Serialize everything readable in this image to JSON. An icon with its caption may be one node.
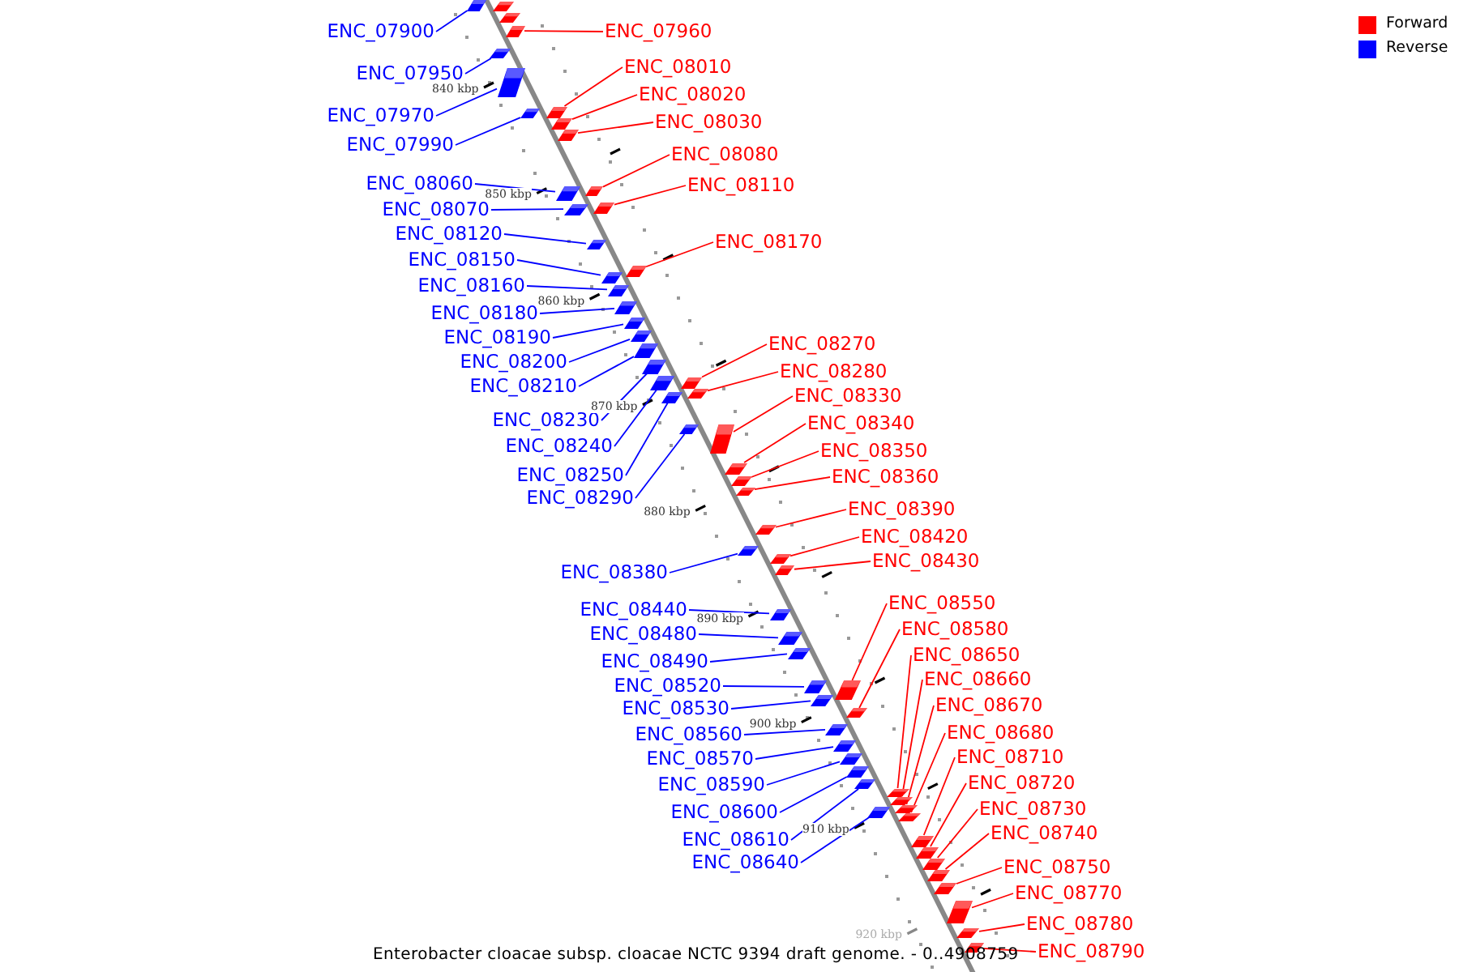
{
  "diagram": {
    "caption": "Enterobacter cloacae subsp. cloacae NCTC 9394 draft genome. - 0..4908759",
    "nodes": [
      {
        "text": [
          "ENC_07900"
        ]
      },
      {
        "text": [],
        "shape": "arrow"
      },
      {
        "text": [
          "ENC_07950"
        ]
      },
      {
        "text": [],
        "shape": "arrow"
      },
      {
        "text": [
          "ENC_07970"
        ]
      },
      {
        "text": [],
        "shape": "arrow"
      },
      {
        "text": [
          "ENC_07990"
        ]
      },
      {
        "text": [],
        "shape": "arrow"
      },
      {
        "text": [
          "ENC_08060"
        ]
      },
      {
        "text": [],
        "shape": "arrow"
      },
      {
        "text": [
          "ENC_08070"
        ]
      },
      {
        "text": [],
        "shape": "arrow"
      },
      {
        "text": [
          "ENC_08120"
        ]
      },
      {
        "text": [],
        "shape": "arrow"
      },
      {
        "text": [
          "ENC_08150"
        ]
      },
      {
        "text": [],
        "shape": "arrow"
      },
      {
        "text": [
          "ENC_08160"
        ]
      },
      {
        "text": [],
        "shape": "arrow"
      },
      {
        "text": [
          "ENC_08180"
        ]
      },
      {
        "text": [],
        "shape": "arrow"
      },
      {
        "text": [
          "ENC_08190"
        ]
      },
      {
        "text": [],
        "shape": "arrow"
      },
      {
        "text": [
          "ENC_08200"
        ]
      },
      {
        "text": [],
        "shape": "arrow"
      },
      {
        "text": [
          "ENC_08210"
        ]
      },
      {
        "text": [],
        "shape": "arrow"
      },
      {
        "text": [
          "ENC_08230"
        ]
      },
      {
        "text": [],
        "shape": "arrow"
      },
      {
        "text": [
          "ENC_08240"
        ]
      },
      {
        "text": [],
        "shape": "arrow"
      },
      {
        "text": [
          "ENC_08250"
        ]
      },
      {
        "text": [],
        "shape": "arrow"
      },
      {
        "text": [
          "ENC_08290"
        ]
      },
      {
        "text": [],
        "shape": "arrow"
      },
      {
        "text": [
          "ENC_08380"
        ]
      },
      {
        "text": [],
        "shape": "arrow"
      },
      {
        "text": [
          "ENC_08440"
        ]
      },
      {
        "text": [],
        "shape": "arrow"
      },
      {
        "text": [
          "ENC_08480"
        ]
      },
      {
        "text": [],
        "shape": "arrow"
      },
      {
        "text": [
          "ENC_08490"
        ]
      },
      {
        "text": [],
        "shape": "arrow"
      },
      {
        "text": [
          "ENC_08520"
        ]
      },
      {
        "text": [],
        "shape": "arrow"
      },
      {
        "text": [
          "ENC_08530"
        ]
      },
      {
        "text": [],
        "shape": "arrow"
      },
      {
        "text": [
          "ENC_08560"
        ]
      },
      {
        "text": [],
        "shape": "arrow"
      },
      {
        "text": [
          "ENC_08570"
        ]
      },
      {
        "text": [],
        "shape": "arrow"
      },
      {
        "text": [
          "ENC_08590"
        ]
      },
      {
        "text": [],
        "shape": "arrow"
      },
      {
        "text": [
          "ENC_08600"
        ]
      },
      {
        "text": [],
        "shape": "arrow"
      },
      {
        "text": [
          "ENC_08610"
        ]
      },
      {
        "text": [],
        "shape": "arrow"
      },
      {
        "text": [
          "ENC_08640"
        ]
      },
      {
        "text": [],
        "shape": "arrow"
      },
      {
        "text": [
          "ENC_07960"
        ]
      },
      {
        "text": [],
        "shape": "arrow"
      },
      {
        "text": [
          "ENC_08010"
        ]
      },
      {
        "text": [],
        "shape": "arrow"
      },
      {
        "text": [
          "ENC_08020"
        ]
      },
      {
        "text": [],
        "shape": "arrow"
      },
      {
        "text": [
          "ENC_08030"
        ]
      },
      {
        "text": [],
        "shape": "arrow"
      },
      {
        "text": [
          "ENC_08080"
        ]
      },
      {
        "text": [],
        "shape": "arrow"
      },
      {
        "text": [
          "ENC_08110"
        ]
      },
      {
        "text": [],
        "shape": "arrow"
      },
      {
        "text": [
          "ENC_08170"
        ]
      },
      {
        "text": [],
        "shape": "arrow"
      },
      {
        "text": [
          "ENC_08270"
        ]
      },
      {
        "text": [],
        "shape": "arrow"
      },
      {
        "text": [
          "ENC_08280"
        ]
      },
      {
        "text": [],
        "shape": "arrow"
      },
      {
        "text": [
          "ENC_08330"
        ]
      },
      {
        "text": [],
        "shape": "arrow"
      },
      {
        "text": [
          "ENC_08340"
        ]
      },
      {
        "text": [],
        "shape": "arrow"
      },
      {
        "text": [
          "ENC_08350"
        ]
      },
      {
        "text": [],
        "shape": "arrow"
      },
      {
        "text": [
          "ENC_08360"
        ]
      },
      {
        "text": [],
        "shape": "arrow"
      },
      {
        "text": [
          "ENC_08390"
        ]
      },
      {
        "text": [],
        "shape": "arrow"
      },
      {
        "text": [
          "ENC_08420"
        ]
      },
      {
        "text": [],
        "shape": "arrow"
      },
      {
        "text": [
          "ENC_08430"
        ]
      },
      {
        "text": [],
        "shape": "arrow"
      },
      {
        "text": [
          "ENC_08550"
        ]
      },
      {
        "text": [],
        "shape": "arrow"
      },
      {
        "text": [
          "ENC_08580"
        ]
      },
      {
        "text": [],
        "shape": "arrow"
      },
      {
        "text": [
          "ENC_08650"
        ]
      },
      {
        "text": [],
        "shape": "arrow"
      },
      {
        "text": [
          "ENC_08660"
        ]
      },
      {
        "text": [],
        "shape": "arrow"
      },
      {
        "text": [
          "ENC_08670"
        ]
      },
      {
        "text": [],
        "shape": "arrow"
      },
      {
        "text": [
          "ENC_08680"
        ]
      },
      {
        "text": [],
        "shape": "arrow"
      },
      {
        "text": [
          "ENC_08710"
        ]
      },
      {
        "text": [],
        "shape": "arrow"
      },
      {
        "text": [
          "ENC_08720"
        ]
      },
      {
        "text": [],
        "shape": "arrow"
      },
      {
        "text": [
          "ENC_08730"
        ]
      },
      {
        "text": [],
        "shape": "arrow"
      },
      {
        "text": [
          "ENC_08740"
        ]
      },
      {
        "text": [],
        "shape": "arrow"
      },
      {
        "text": [
          "ENC_08750"
        ]
      },
      {
        "text": [],
        "shape": "arrow"
      },
      {
        "text": [
          "ENC_08770"
        ]
      },
      {
        "text": [],
        "shape": "arrow"
      },
      {
        "text": [
          "ENC_08780"
        ]
      },
      {
        "text": [],
        "shape": "arrow"
      },
      {
        "text": [
          "ENC_08790"
        ]
      },
      {
        "text": [],
        "shape": "arrow"
      },
      {
        "text": [],
        "shape": "arrow"
      },
      {
        "text": [],
        "shape": "arrow"
      }
    ],
    "edges": [
      {
        "from": 0,
        "to": 1,
        "arrow": "none",
        "color": "#0000ff"
      },
      {
        "from": 2,
        "to": 3,
        "arrow": "none",
        "color": "#0000ff"
      },
      {
        "from": 4,
        "to": 5,
        "arrow": "none",
        "color": "#0000ff"
      },
      {
        "from": 6,
        "to": 7,
        "arrow": "none",
        "color": "#0000ff"
      },
      {
        "from": 8,
        "to": 9,
        "arrow": "none",
        "color": "#0000ff"
      },
      {
        "from": 10,
        "to": 11,
        "arrow": "none",
        "color": "#0000ff"
      },
      {
        "from": 12,
        "to": 13,
        "arrow": "none",
        "color": "#0000ff"
      },
      {
        "from": 14,
        "to": 15,
        "arrow": "none",
        "color": "#0000ff"
      },
      {
        "from": 16,
        "to": 17,
        "arrow": "none",
        "color": "#0000ff"
      },
      {
        "from": 18,
        "to": 19,
        "arrow": "none",
        "color": "#0000ff"
      },
      {
        "from": 20,
        "to": 21,
        "arrow": "none",
        "color": "#0000ff"
      },
      {
        "from": 22,
        "to": 23,
        "arrow": "none",
        "color": "#0000ff"
      },
      {
        "from": 24,
        "to": 25,
        "arrow": "none",
        "color": "#0000ff"
      },
      {
        "from": 26,
        "to": 27,
        "arrow": "none",
        "color": "#0000ff"
      },
      {
        "from": 28,
        "to": 29,
        "arrow": "none",
        "color": "#0000ff"
      },
      {
        "from": 30,
        "to": 31,
        "arrow": "none",
        "color": "#0000ff"
      },
      {
        "from": 32,
        "to": 33,
        "arrow": "none",
        "color": "#0000ff"
      },
      {
        "from": 34,
        "to": 35,
        "arrow": "none",
        "color": "#0000ff"
      },
      {
        "from": 36,
        "to": 37,
        "arrow": "none",
        "color": "#0000ff"
      },
      {
        "from": 38,
        "to": 39,
        "arrow": "none",
        "color": "#0000ff"
      },
      {
        "from": 40,
        "to": 41,
        "arrow": "none",
        "color": "#0000ff"
      },
      {
        "from": 42,
        "to": 43,
        "arrow": "none",
        "color": "#0000ff"
      },
      {
        "from": 44,
        "to": 45,
        "arrow": "none",
        "color": "#0000ff"
      },
      {
        "from": 46,
        "to": 47,
        "arrow": "none",
        "color": "#0000ff"
      },
      {
        "from": 48,
        "to": 49,
        "arrow": "none",
        "color": "#0000ff"
      },
      {
        "from": 50,
        "to": 51,
        "arrow": "none",
        "color": "#0000ff"
      },
      {
        "from": 52,
        "to": 53,
        "arrow": "none",
        "color": "#0000ff"
      },
      {
        "from": 54,
        "to": 55,
        "arrow": "none",
        "color": "#0000ff"
      },
      {
        "from": 56,
        "to": 57,
        "arrow": "none",
        "color": "#0000ff"
      },
      {
        "from": 58,
        "to": 59,
        "arrow": "none"
      },
      {
        "from": 60,
        "to": 61,
        "arrow": "none"
      },
      {
        "from": 62,
        "to": 63,
        "arrow": "none"
      },
      {
        "from": 64,
        "to": 65,
        "arrow": "none"
      },
      {
        "from": 66,
        "to": 67,
        "arrow": "none"
      },
      {
        "from": 68,
        "to": 69,
        "arrow": "none"
      },
      {
        "from": 70,
        "to": 71,
        "arrow": "none"
      },
      {
        "from": 72,
        "to": 73,
        "arrow": "none"
      },
      {
        "from": 74,
        "to": 75,
        "arrow": "none"
      },
      {
        "from": 76,
        "to": 77,
        "arrow": "none"
      },
      {
        "from": 78,
        "to": 79,
        "arrow": "none"
      },
      {
        "from": 80,
        "to": 81,
        "arrow": "none"
      },
      {
        "from": 82,
        "to": 83,
        "arrow": "none"
      },
      {
        "from": 84,
        "to": 85,
        "arrow": "none"
      },
      {
        "from": 86,
        "to": 87,
        "arrow": "none"
      },
      {
        "from": 88,
        "to": 89,
        "arrow": "none"
      },
      {
        "from": 90,
        "to": 91,
        "arrow": "none"
      },
      {
        "from": 92,
        "to": 93,
        "arrow": "none"
      },
      {
        "from": 94,
        "to": 95,
        "arrow": "none"
      },
      {
        "from": 96,
        "to": 97,
        "arrow": "none"
      },
      {
        "from": 98,
        "to": 99,
        "arrow": "none"
      },
      {
        "from": 100,
        "to": 101,
        "arrow": "none"
      },
      {
        "from": 102,
        "to": 103,
        "arrow": "none"
      },
      {
        "from": 104,
        "to": 105,
        "arrow": "none"
      },
      {
        "from": 106,
        "to": 107,
        "arrow": "none"
      },
      {
        "from": 108,
        "to": 109,
        "arrow": "none"
      },
      {
        "from": 110,
        "to": 111,
        "arrow": "none"
      },
      {
        "from": 112,
        "to": 113,
        "arrow": "none"
      },
      {
        "from": 114,
        "to": 115,
        "arrow": "none"
      },
      {
        "from": 116,
        "to": 117,
        "arrow": "none"
      }
    ],
    "labels": [
      "840 kbp",
      "850 kbp",
      "860 kbp",
      "870 kbp",
      "880 kbp",
      "890 kbp",
      "900 kbp",
      "910 kbp",
      "920 kbp"
    ],
    "legend": [
      {
        "text": "Forward",
        "color": "#ff0000"
      },
      {
        "text": "Reverse",
        "color": "#0000ff"
      }
    ]
  }
}
